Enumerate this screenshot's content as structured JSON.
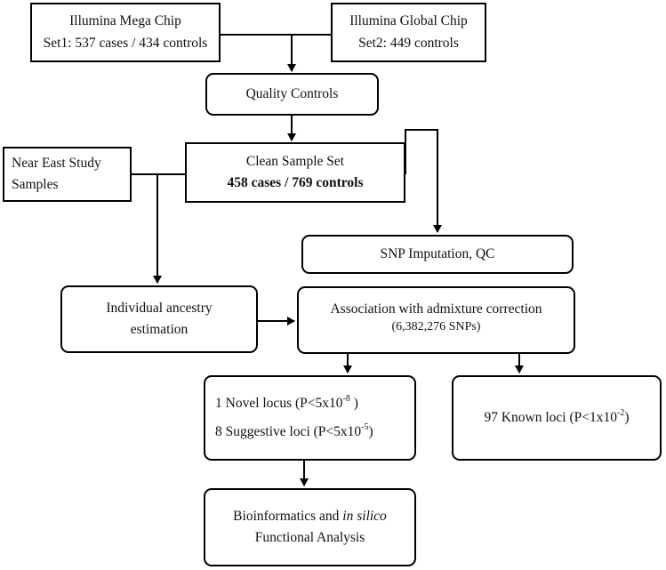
{
  "diagram": {
    "box_mega": {
      "line1": "Illumina Mega Chip",
      "line2": "Set1: 537 cases / 434 controls"
    },
    "box_global": {
      "line1": "Illumina Global Chip",
      "line2": "Set2: 449 controls"
    },
    "box_qc": {
      "line1": "Quality Controls"
    },
    "box_near_east": {
      "line1": "Near East Study",
      "line2": "Samples"
    },
    "box_clean": {
      "line1": "Clean Sample Set",
      "line2": "458 cases / 769 controls"
    },
    "box_imputation": {
      "line1": "SNP Imputation, QC"
    },
    "box_ancestry": {
      "line1": "Individual ancestry",
      "line2": "estimation"
    },
    "box_association": {
      "line1": "Association with admixture correction",
      "line2": "(6,382,276  SNPs)"
    },
    "box_novel": {
      "line1_prefix": "1 Novel locus (P<5x10",
      "line1_exp": "-8",
      "line1_suffix": " )",
      "line2_prefix": "8 Suggestive loci (P<5x10",
      "line2_exp": "-5",
      "line2_suffix": ")"
    },
    "box_known": {
      "line1_prefix": "97 Known loci (P<1x10",
      "line1_exp": "-2",
      "line1_suffix": ")"
    },
    "box_bioinfo": {
      "line1_prefix": "Bioinformatics and ",
      "line1_italic": "in silico",
      "line2": "Functional Analysis"
    }
  },
  "colors": {
    "stroke": "#000000",
    "background": "#ffffff",
    "text": "#111111"
  }
}
